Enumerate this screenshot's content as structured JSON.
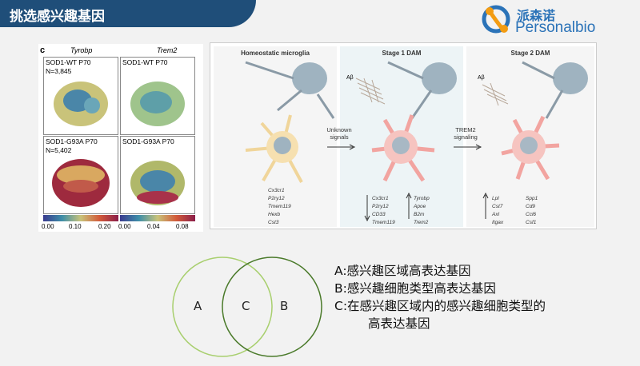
{
  "header": {
    "title": "挑选感兴趣基因"
  },
  "logo": {
    "cn": "派森诺",
    "en": "Personalbio"
  },
  "figure_left": {
    "panel_label": "c",
    "genes": [
      "Tyrobp",
      "Trem2"
    ],
    "panels": [
      {
        "label": "SOD1-WT P70",
        "n": "N=3,845"
      },
      {
        "label": "SOD1-WT P70",
        "n": ""
      },
      {
        "label": "SOD1-G93A P70",
        "n": "N=5,402"
      },
      {
        "label": "SOD1-G93A P70",
        "n": ""
      }
    ],
    "colorbar_ticks_left": [
      "0.00",
      "0.10",
      "0.20"
    ],
    "colorbar_ticks_right": [
      "0.00",
      "0.04",
      "0.08"
    ]
  },
  "figure_right": {
    "stages": [
      "Homeostatic microglia",
      "Stage 1 DAM",
      "Stage 2 DAM"
    ],
    "transitions": [
      "Unknown signals",
      "TREM2 signaling"
    ],
    "abeta_label": "Aβ",
    "homeostatic_genes": [
      "Cx3cr1",
      "P2ry12",
      "Tmem119",
      "Hexb",
      "Cst3"
    ],
    "stage1_down": [
      "Cx3cr1",
      "P2ry12",
      "CD33",
      "Tmem119"
    ],
    "stage1_up": [
      "Tyrobp",
      "Apoe",
      "B2m",
      "Trem2"
    ],
    "stage2_up_a": [
      "Lpl",
      "Cst7",
      "Axl",
      "Itgax"
    ],
    "stage2_up_b": [
      "Spp1",
      "Cd9",
      "Ccl6",
      "Csf1"
    ]
  },
  "venn": {
    "left": "A",
    "center": "C",
    "right": "B"
  },
  "legend": {
    "a": "A:感兴趣区域高表达基因",
    "b": "B:感兴趣细胞类型高表达基因",
    "c1": "C:在感兴趣区域内的感兴趣细胞类型的",
    "c2": "高表达基因"
  },
  "colors": {
    "header": "#1f4e79",
    "logo_orange": "#f39c12",
    "logo_blue": "#2b73b8",
    "venn_left": "#a8cf6e",
    "venn_right": "#4a7a2a"
  }
}
